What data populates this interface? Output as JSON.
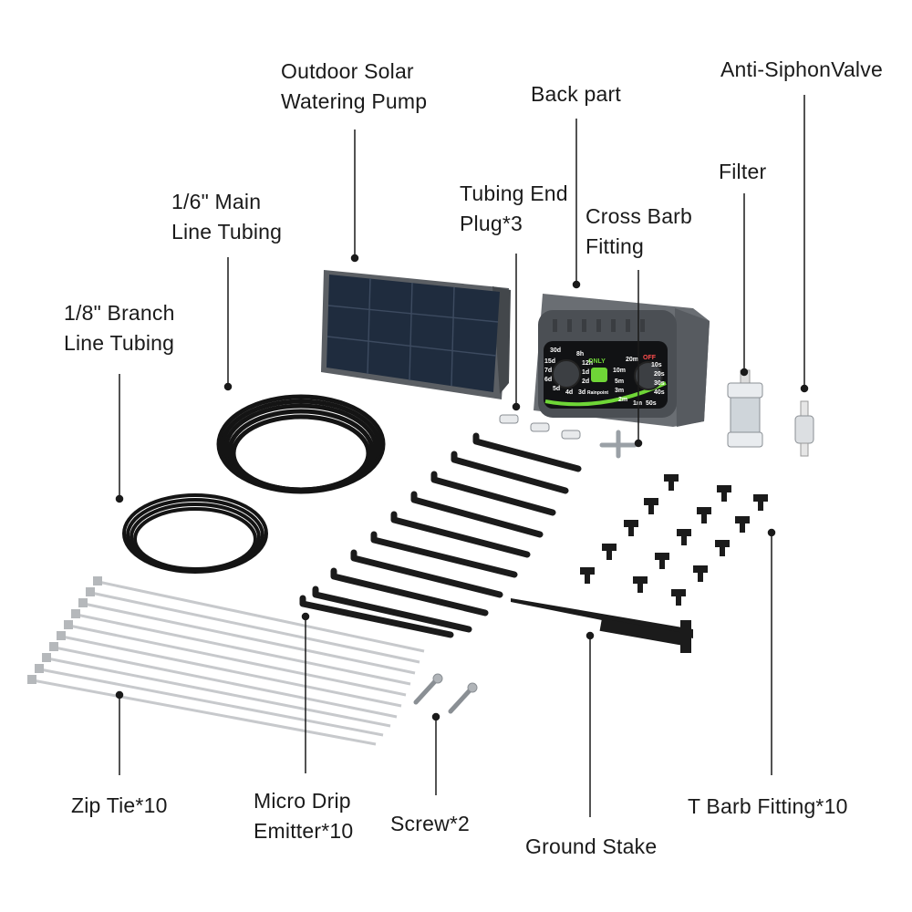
{
  "labels": {
    "pump": [
      "Outdoor Solar",
      "Watering Pump"
    ],
    "back": [
      "Back part"
    ],
    "anti": [
      "Anti-SiphonValve"
    ],
    "filter": [
      "Filter"
    ],
    "plug": [
      "Tubing End",
      "Plug*3"
    ],
    "cross": [
      "Cross Barb",
      "Fitting"
    ],
    "main": [
      "1/6\" Main",
      "Line Tubing"
    ],
    "branch": [
      "1/8\" Branch",
      "Line Tubing"
    ],
    "zip": [
      "Zip Tie*10"
    ],
    "emitter": [
      "Micro Drip",
      "Emitter*10"
    ],
    "screw": [
      "Screw*2"
    ],
    "stake": [
      "Ground Stake"
    ],
    "tbarb": [
      "T Barb Fitting*10"
    ]
  },
  "controller": {
    "brand": "Rainpoint",
    "left_dial_ticks": [
      "30d",
      "15d",
      "7d",
      "6d",
      "5d",
      "4d",
      "3d",
      "2d",
      "1d",
      "12h",
      "8h"
    ],
    "right_dial_ticks": [
      "20m",
      "10m",
      "5m",
      "3m",
      "2m",
      "1m",
      "50s",
      "40s",
      "30s",
      "20s",
      "10s"
    ],
    "button_text": "ONLY",
    "status": "OFF"
  }
}
